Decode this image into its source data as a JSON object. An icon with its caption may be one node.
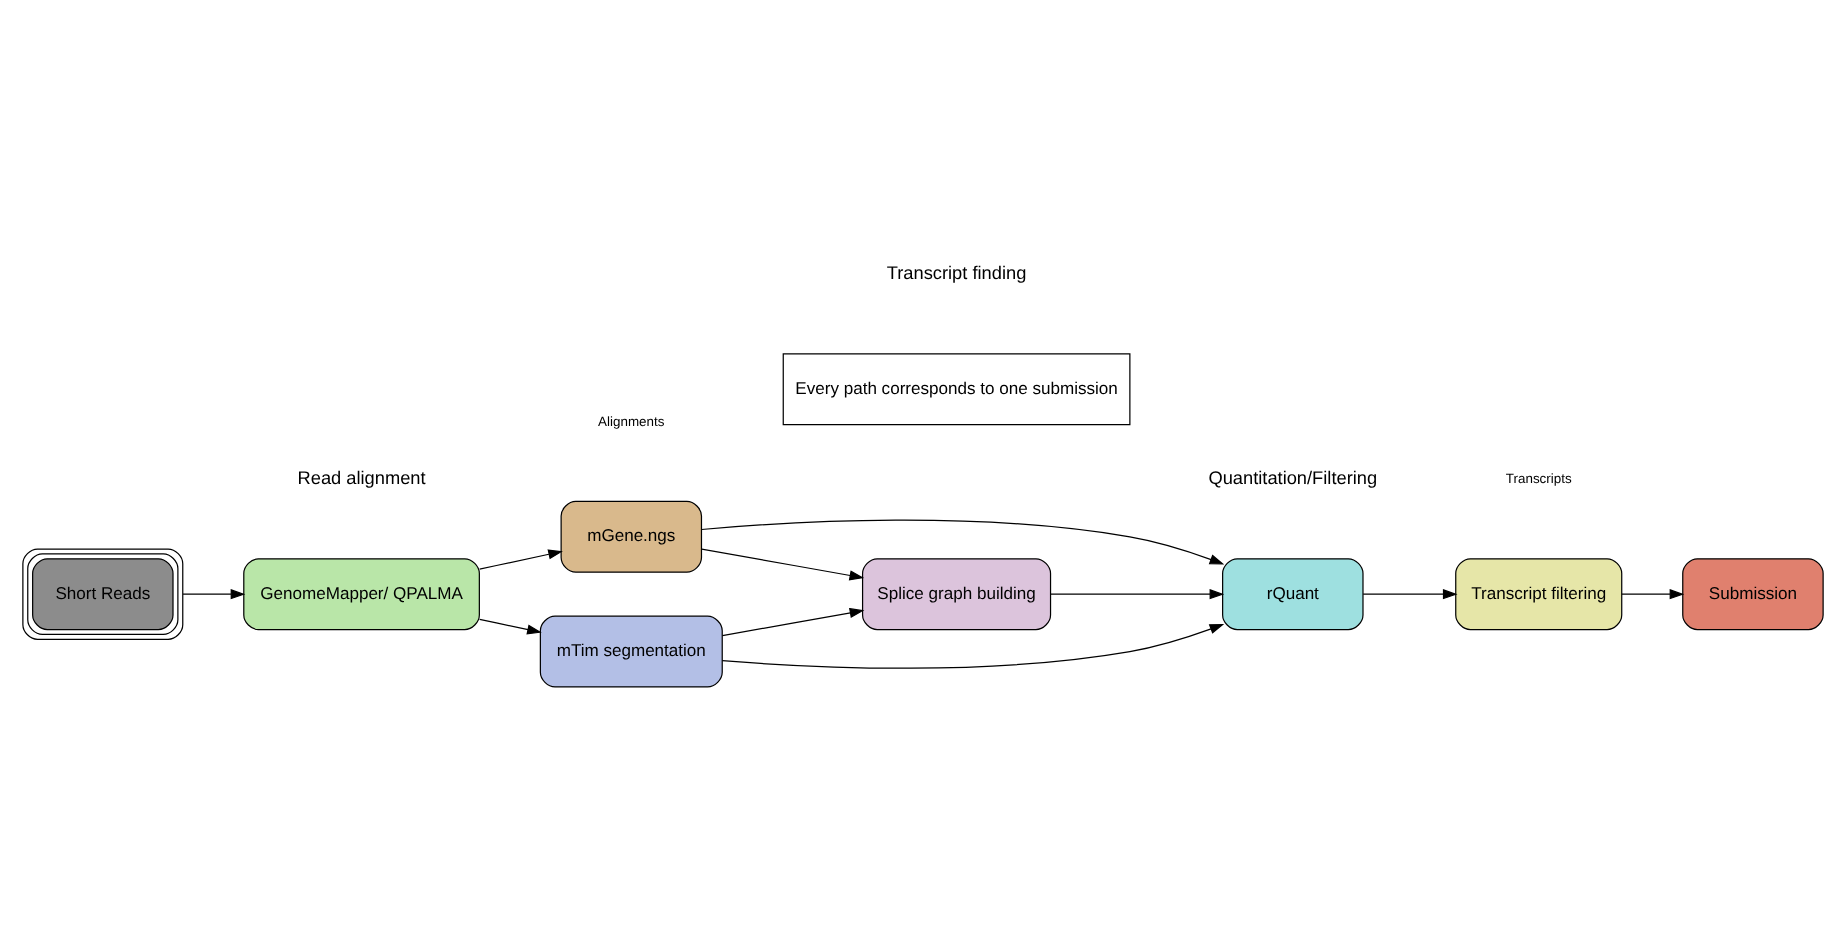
{
  "diagram": {
    "nodes": [
      {
        "text": [
          "GenomeMapper/ QPALMA"
        ]
      },
      {
        "text": [
          "Short Reads"
        ]
      },
      {
        "text": [
          "mGene.ngs"
        ]
      },
      {
        "text": [
          "mTim segmentation"
        ]
      },
      {
        "text": [
          "Splice graph building"
        ]
      },
      {
        "text": [
          "rQuant"
        ]
      },
      {
        "text": [
          "Transcript filtering"
        ]
      },
      {
        "text": [
          "Submission"
        ]
      },
      {
        "text": [
          "Every path corresponds to one submission"
        ]
      }
    ],
    "edges": [
      {
        "from": 1,
        "to": 0,
        "arrow": "to"
      },
      {
        "from": 0,
        "to": 2,
        "arrow": "to"
      },
      {
        "from": 0,
        "to": 3,
        "arrow": "to"
      },
      {
        "from": 2,
        "to": 4,
        "arrow": "to"
      },
      {
        "from": 3,
        "to": 4,
        "arrow": "to"
      },
      {
        "from": 2,
        "to": 5,
        "arrow": "to"
      },
      {
        "from": 4,
        "to": 5,
        "arrow": "to"
      },
      {
        "from": 3,
        "to": 5,
        "arrow": "to"
      },
      {
        "from": 5,
        "to": 6,
        "arrow": "to"
      },
      {
        "from": 6,
        "to": 7,
        "arrow": "to"
      }
    ],
    "labels": [
      "Read alignment",
      "Transcript finding",
      "Quantitation/Filtering",
      "Alignments",
      "Transcripts"
    ]
  }
}
